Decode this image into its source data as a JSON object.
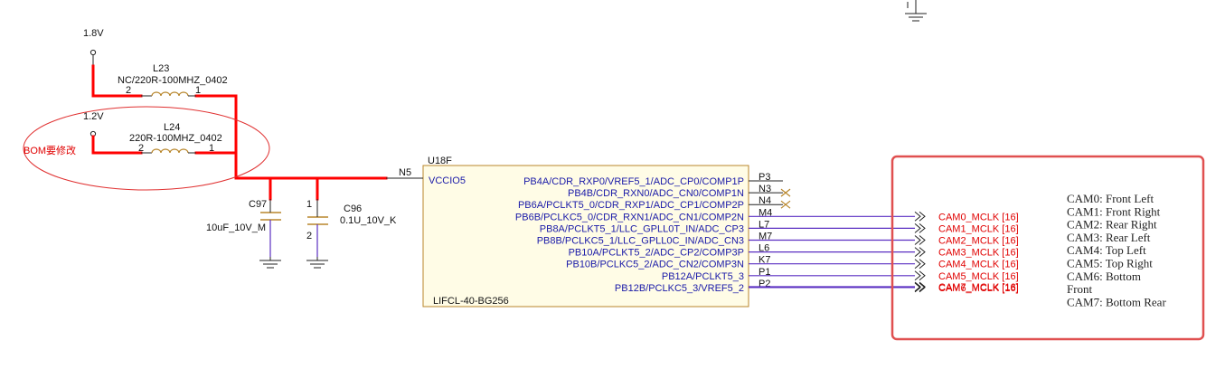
{
  "power": {
    "v18": "1.8V",
    "v12": "1.2V"
  },
  "inductors": {
    "l23": {
      "ref": "L23",
      "value": "NC/220R-100MHZ_0402",
      "pin_left": "2",
      "pin_right": "1"
    },
    "l24": {
      "ref": "L24",
      "value": "220R-100MHZ_0402",
      "pin_left": "2",
      "pin_right": "1"
    }
  },
  "bom_note": "BOM要修改",
  "capacitors": {
    "c97": {
      "ref": "C97",
      "value": "10uF_10V_M"
    },
    "c96": {
      "ref": "C96",
      "value": "0.1U_10V_K",
      "pin_top": "1",
      "pin_bottom": "2"
    }
  },
  "ic": {
    "ref": "U18F",
    "part": "LIFCL-40-BG256",
    "power_pin_num": "N5",
    "power_pin_name": "VCCIO5",
    "pins": [
      {
        "name": "PB4A/CDR_RXP0/VREF5_1/ADC_CP0/COMP1P",
        "num": "P3",
        "status": "nc"
      },
      {
        "name": "PB4B/CDR_RXN0/ADC_CN0/COMP1N",
        "num": "N3",
        "status": "nc"
      },
      {
        "name": "PB6A/PCLKT5_0/CDR_RXP1/ADC_CP1/COMP2P",
        "num": "N4",
        "status": "nc"
      },
      {
        "name": "PB6B/PCLKC5_0/CDR_RXN1/ADC_CN1/COMP2N",
        "num": "M4",
        "status": "net",
        "net": "CAM0_MCLK [16]"
      },
      {
        "name": "PB8A/PCLKT5_1/LLC_GPLL0T_IN/ADC_CP3",
        "num": "L7",
        "status": "net",
        "net": "CAM1_MCLK [16]"
      },
      {
        "name": "PB8B/PCLKC5_1/LLC_GPLL0C_IN/ADC_CN3",
        "num": "M7",
        "status": "net",
        "net": "CAM2_MCLK [16]"
      },
      {
        "name": "PB10A/PCLKT5_2/ADC_CP2/COMP3P",
        "num": "L6",
        "status": "net",
        "net": "CAM3_MCLK [16]"
      },
      {
        "name": "PB10B/PCLKC5_2/ADC_CN2/COMP3N",
        "num": "K7",
        "status": "net",
        "net": "CAM4_MCLK [16]"
      },
      {
        "name": "PB12A/PCLKT5_3",
        "num": "P1",
        "status": "net",
        "net": "CAM5_MCLK [16]"
      },
      {
        "name": "PB12B/PCLKC5_3/VREF5_2",
        "num": "P2",
        "status": "net",
        "net": "CAM6_MCLK [16]"
      }
    ],
    "extra_net": "CAM7_MCLK [16]"
  },
  "notes": [
    "CAM0: Front Left",
    "CAM1: Front Right",
    "CAM2: Rear Right",
    "CAM3: Rear Left",
    "CAM4: Top Left",
    "CAM5: Top Right",
    "CAM6: Bottom",
    "Front",
    "CAM7: Bottom Rear"
  ],
  "colors": {
    "wire_power": "#ff0000",
    "wire_signal": "#5a2fc2",
    "ic_outline": "#b8862b",
    "ic_fill": "#fffce6",
    "highlight_box": "#e05050",
    "pin_text": "#1a1aa8",
    "net_text": "#e00000"
  }
}
